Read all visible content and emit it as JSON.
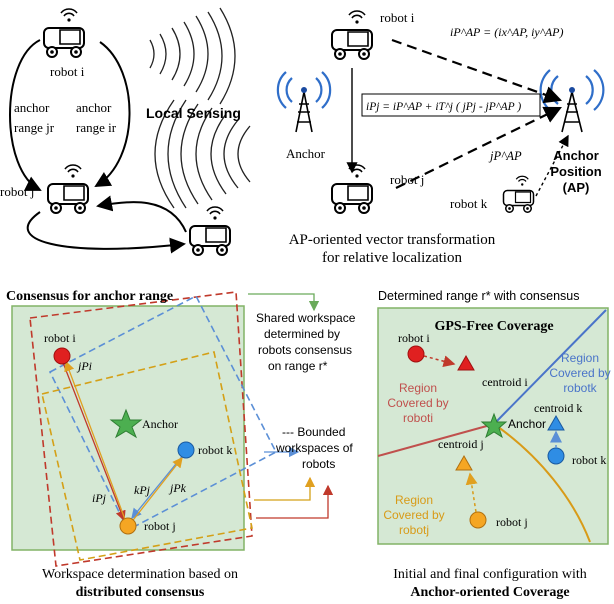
{
  "top": {
    "robot_i": "robot i",
    "robot_j": "robot j",
    "robot_k": "robot k",
    "robot_i_right": "robot i",
    "robot_j_right": "robot j",
    "anchor_range_left_1": "anchor",
    "anchor_range_left_2": "range jr",
    "anchor_range_right_1": "anchor",
    "anchor_range_right_2": "range ir",
    "local_sensing": "Local Sensing",
    "anchor": "Anchor",
    "ap_equation": "iP^AP = (ix^AP, iy^AP)",
    "transform_equation": "iPj = iP^AP + iT^j ( jPj - jP^AP )",
    "jpap": "jP^AP",
    "anchor_position_1": "Anchor",
    "anchor_position_2": "Position",
    "anchor_position_3": "(AP)",
    "caption_1": "AP-oriented vector transformation",
    "caption_2": "for relative localization"
  },
  "bottom_left": {
    "title": "Consensus for anchor range",
    "robot_i": "robot i",
    "robot_j": "robot j",
    "robot_k": "robot k",
    "anchor": "Anchor",
    "vec_jpi": "jPi",
    "vec_kpj": "kPj",
    "vec_jpk": "jPk",
    "vec_ipj": "iPj",
    "shared_1": "Shared workspace",
    "shared_2": "determined by",
    "shared_3": "robots consensus",
    "shared_4": "on range r*",
    "bounded_1": "--- Bounded",
    "bounded_2": "workspaces of",
    "bounded_3": "robots",
    "caption_1": "Workspace determination based on",
    "caption_2": "distributed consensus"
  },
  "bottom_right": {
    "header": "Determined range r* with consensus",
    "title": "GPS-Free Coverage",
    "robot_i": "robot i",
    "robot_j": "robot j",
    "robot_k": "robot k",
    "centroid_i": "centroid i",
    "centroid_j": "centroid j",
    "centroid_k": "centroid k",
    "anchor": "Anchor",
    "region_i_1": "Region",
    "region_i_2": "Covered by",
    "region_i_3": "roboti",
    "region_j_1": "Region",
    "region_j_2": "Covered by",
    "region_j_3": "robotj",
    "region_k_1": "Region",
    "region_k_2": "Covered by",
    "region_k_3": "robotk",
    "caption_1": "Initial and final configuration with",
    "caption_2": "Anchor-oriented Coverage"
  },
  "colors": {
    "panel_green": "#d5e8d4",
    "panel_border": "#82b366",
    "robot_i_red": "#e02020",
    "robot_k_blue": "#2f8de4",
    "robot_j_orange": "#f5a623",
    "anchor_green": "#4caf50",
    "region_red": "#c0504d",
    "region_blue": "#4a74c9",
    "region_orange": "#d89b18",
    "dash_red": "#c0392b",
    "dash_blue": "#5b8fd6",
    "dash_yellow": "#d4a017"
  }
}
